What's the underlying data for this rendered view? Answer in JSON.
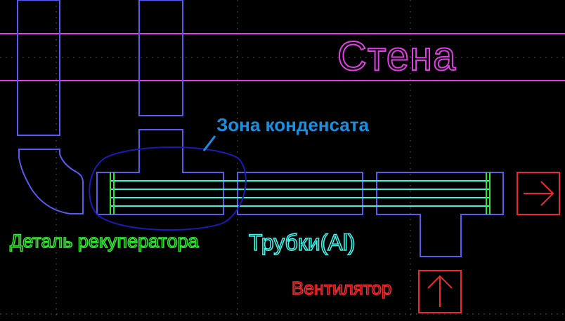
{
  "labels": {
    "wall": "Стена",
    "condensate_zone": "Зона конденсата",
    "recuperator_detail": "Деталь рекуператора",
    "tubes": "Трубки(Al)",
    "fan": "Вентилятор"
  },
  "colors": {
    "background": "#000000",
    "wall": "#e23ee6",
    "duct": "#5a5af0",
    "tubes": "#3ff0e8",
    "tube_sheet": "#33e633",
    "condensate_zone": "#1a8fe0",
    "zone_outline": "#1a1ab4",
    "fan": "#f0282d",
    "grid": "#555555"
  },
  "icons": [
    "arrow-right-icon",
    "arrow-up-icon"
  ]
}
